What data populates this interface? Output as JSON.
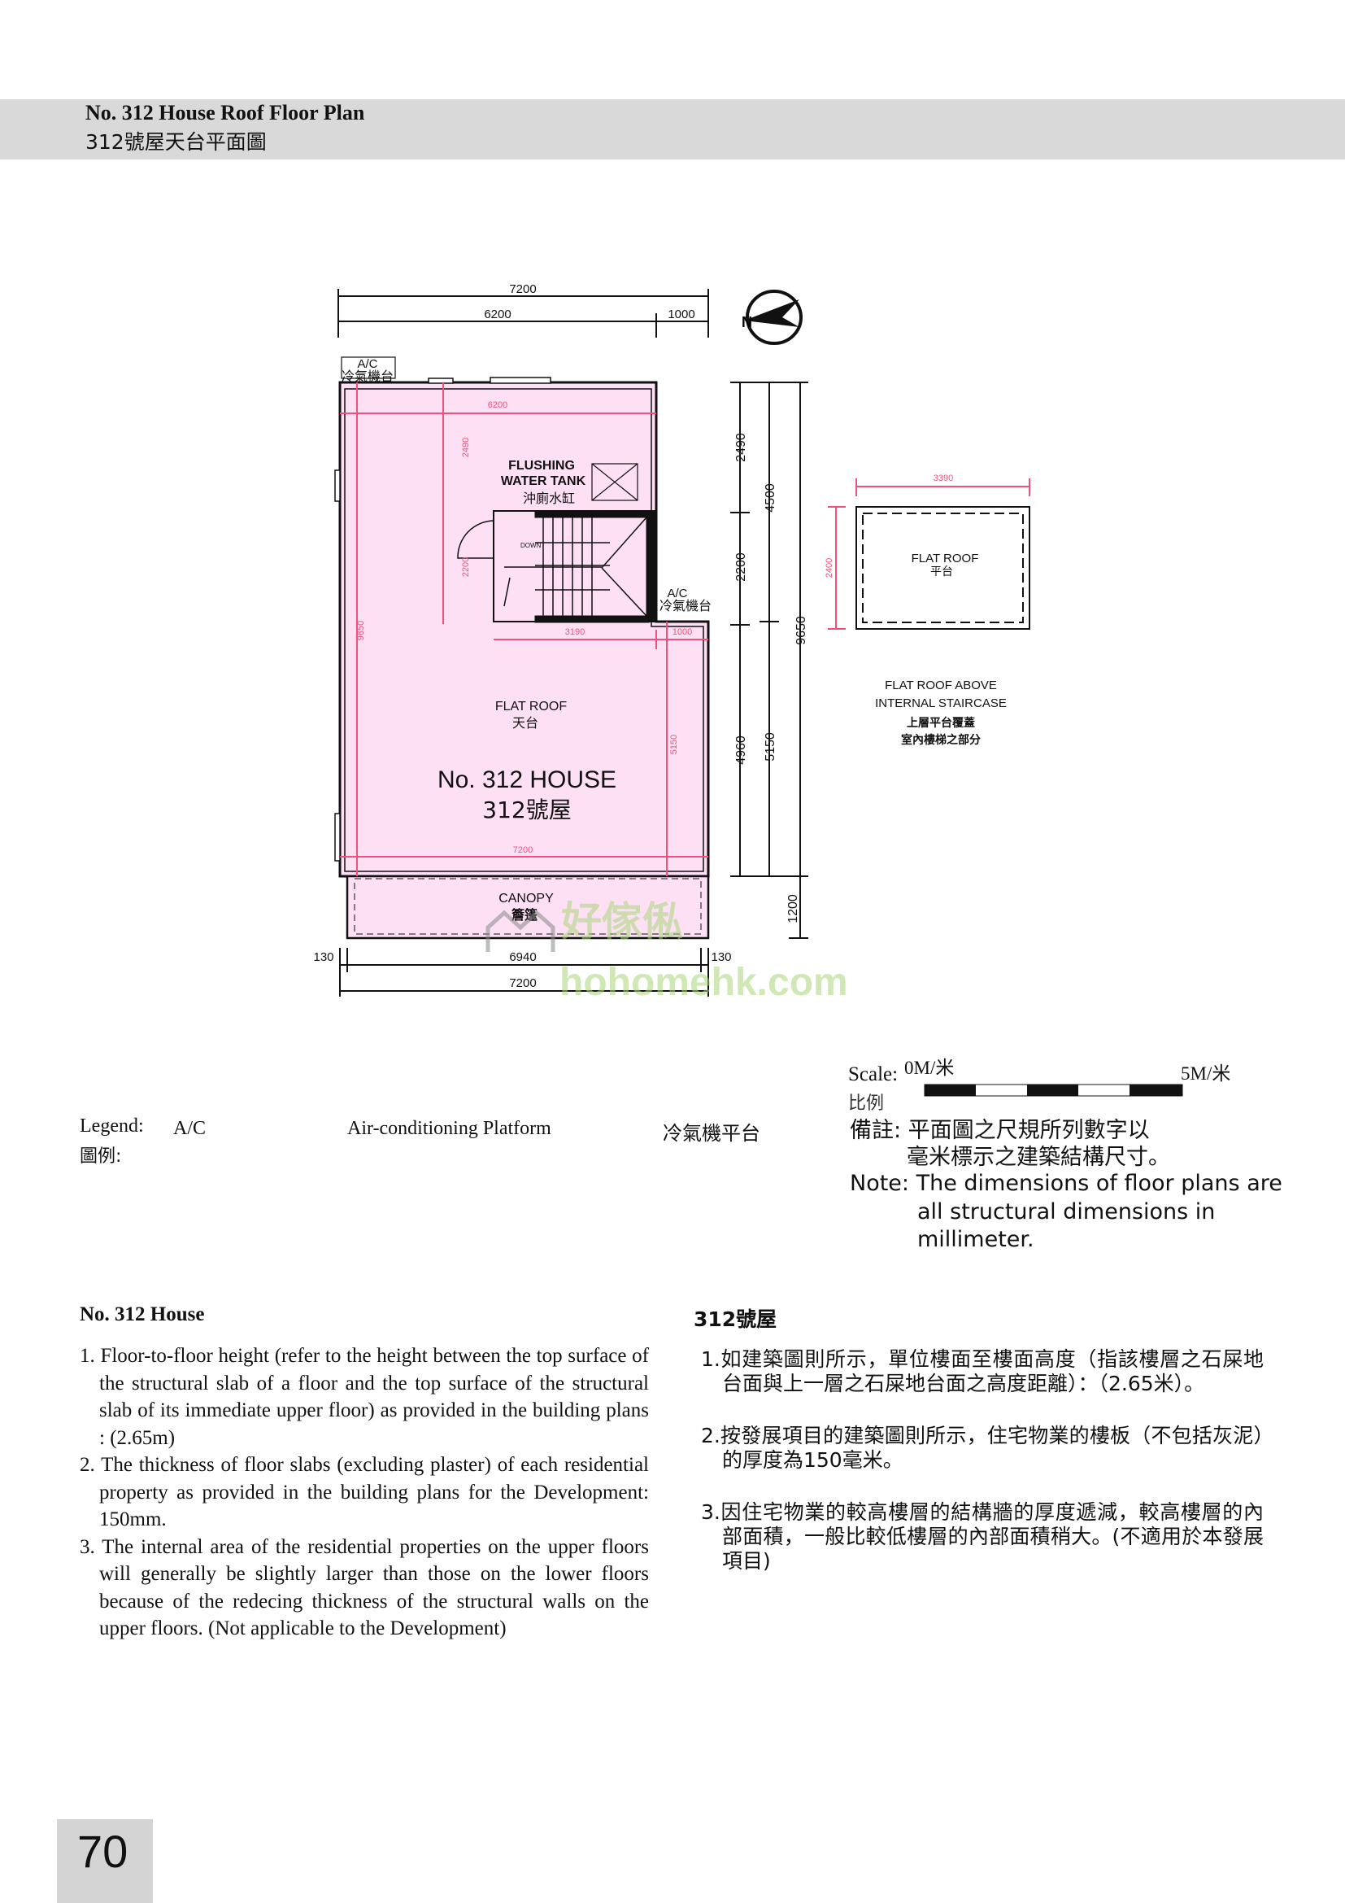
{
  "header": {
    "title_en": "No. 312 House Roof Floor Plan",
    "title_zh": "312號屋天台平面圖"
  },
  "plan": {
    "dims_top": {
      "overall": "7200",
      "main": "6200",
      "side": "1000"
    },
    "dims_inner": {
      "top_width": "6200",
      "left_height": "9650",
      "tank_height": "2490",
      "stair_height": "2200",
      "stair_width": "3190",
      "ac_width": "1000",
      "right_height": "5150",
      "bottom_width": "7200"
    },
    "dims_right": {
      "d1": "2490",
      "d2": "2200",
      "d3": "4960",
      "d4": "4500",
      "d5": "5150",
      "d6": "9650",
      "d7": "1200"
    },
    "dims_bottom": {
      "left": "130",
      "middle": "6940",
      "right": "130",
      "overall": "7200"
    },
    "labels": {
      "ac_top": "A/C",
      "ac_top_zh": "冷氣機台",
      "ac_side": "A/C",
      "ac_side_zh": "冷氣機台",
      "tank_1": "FLUSHING",
      "tank_2": "WATER TANK",
      "tank_zh": "沖廁水缸",
      "down": "DOWN",
      "flat_roof": "FLAT ROOF",
      "flat_roof_zh": "天台",
      "house": "No. 312 HOUSE",
      "house_zh": "312號屋",
      "canopy": "CANOPY",
      "canopy_zh": "簷篷"
    },
    "upper": {
      "width": "3390",
      "height": "2400",
      "label": "FLAT ROOF",
      "label_zh": "平台",
      "caption_1": "FLAT ROOF ABOVE",
      "caption_2": "INTERNAL STAIRCASE",
      "caption_zh_1": "上層平台覆蓋",
      "caption_zh_2": "室內樓梯之部分"
    },
    "north": "N",
    "watermark": {
      "zh": "好傢俬",
      "url": "hohomehk.com"
    }
  },
  "scale": {
    "label": "Scale:",
    "label_zh": "比例",
    "start": "0M/米",
    "end": "5M/米"
  },
  "legend": {
    "label": "Legend:",
    "label_zh": "圖例:",
    "abbr": "A/C",
    "desc_en": "Air-conditioning Platform",
    "desc_zh": "冷氣機平台"
  },
  "note": {
    "zh_1": "備註: 平面圖之尺規所列數字以",
    "zh_2": "毫米標示之建築結構尺寸。",
    "en_1": "Note: The dimensions of floor plans are",
    "en_2": "all structural dimensions in",
    "en_3": "millimeter."
  },
  "section_en": {
    "title": "No. 312 House",
    "items": [
      "1. Floor-to-floor height (refer to the height between the top surface of the structural slab of a floor and the top surface of the structural slab of its immediate upper floor) as provided in the building plans : (2.65m)",
      "2. The thickness of floor slabs (excluding plaster) of each residential property as provided in the building plans for the Development: 150mm.",
      "3. The internal area of the residential properties on the upper floors will generally be slightly larger than those on the lower floors because of the redecing thickness of the structural walls on the upper floors. (Not applicable to the Development)"
    ]
  },
  "section_zh": {
    "title": "312號屋",
    "items": [
      "1.如建築圖則所示，單位樓面至樓面高度（指該樓層之石屎地台面與上一層之石屎地台面之高度距離）：（2.65米）。",
      "2.按發展項目的建築圖則所示，住宅物業的樓板（不包括灰泥）的厚度為150毫米。",
      "3.因住宅物業的較高樓層的結構牆的厚度遞減，較高樓層的內部面積，一般比較低樓層的內部面積稍大。(不適用於本發展項目)"
    ]
  },
  "page_number": "70",
  "colors": {
    "pink_fill": "#fde0f4",
    "dim_red": "#f0507a",
    "band": "#d9d9d9"
  }
}
